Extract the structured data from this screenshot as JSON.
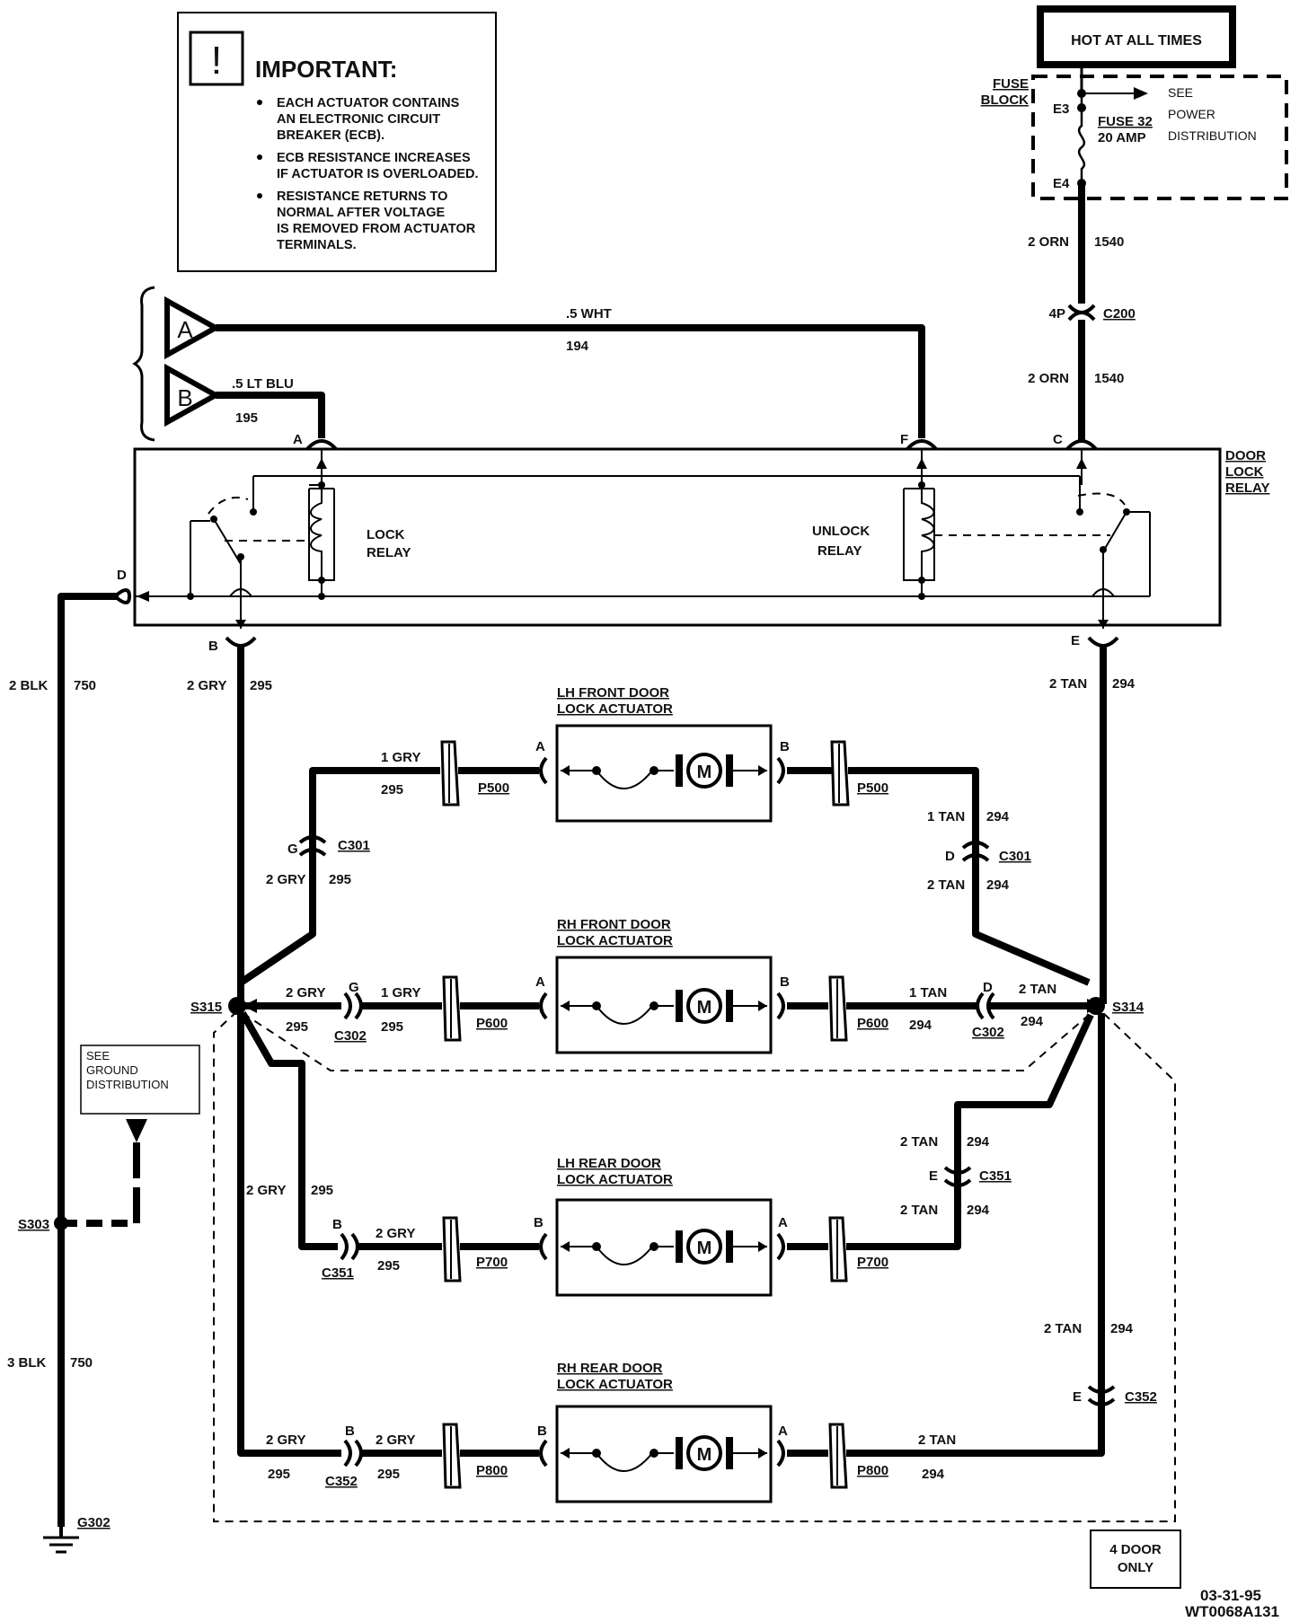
{
  "important": {
    "title": "IMPORTANT:",
    "items": [
      [
        "EACH ACTUATOR CONTAINS",
        "AN ELECTRONIC CIRCUIT",
        "BREAKER (ECB)."
      ],
      [
        "ECB RESISTANCE INCREASES",
        "IF ACTUATOR IS OVERLOADED."
      ],
      [
        "RESISTANCE RETURNS TO",
        "NORMAL AFTER VOLTAGE",
        "IS REMOVED FROM ACTUATOR",
        "TERMINALS."
      ]
    ]
  },
  "hot_label": "HOT AT ALL TIMES",
  "fuse": {
    "block_label": [
      "FUSE",
      "BLOCK"
    ],
    "e3": "E3",
    "e4": "E4",
    "name": "FUSE 32",
    "rating": "20 AMP",
    "see_text": [
      "SEE",
      "POWER",
      "DISTRIBUTION"
    ]
  },
  "connectors": {
    "c200_pin": "4P",
    "c200": "C200",
    "relay_name": [
      "DOOR",
      "LOCK",
      "RELAY"
    ],
    "lock_relay": [
      "LOCK",
      "RELAY"
    ],
    "unlock_relay": [
      "UNLOCK",
      "RELAY"
    ]
  },
  "offpage": {
    "a": "A",
    "b": "B"
  },
  "pins": {
    "A": "A",
    "B": "B",
    "C": "C",
    "D": "D",
    "E": "E",
    "F": "F",
    "G": "G"
  },
  "wires": {
    "wht": [
      ".5 WHT",
      "194"
    ],
    "ltblu": [
      ".5 LT BLU",
      "195"
    ],
    "orn1": [
      "2 ORN",
      "1540"
    ],
    "orn2": [
      "2 ORN",
      "1540"
    ],
    "blk1": [
      "2 BLK",
      "750"
    ],
    "blk2": [
      "3 BLK",
      "750"
    ],
    "gry_b": [
      "2 GRY",
      "295"
    ],
    "tan_e": [
      "2 TAN",
      "294"
    ],
    "gry1_lf": [
      "1 GRY",
      "295"
    ],
    "gry2_c301": [
      "2 GRY",
      "295"
    ],
    "tan1_lf": [
      "1 TAN",
      "294"
    ],
    "tan2_c301": [
      "2 TAN",
      "294"
    ],
    "gry2_rf": [
      "2 GRY",
      "295"
    ],
    "gry1_rf": [
      "1 GRY",
      "295"
    ],
    "tan1_rf": [
      "1 TAN",
      "294"
    ],
    "tan2_rf": [
      "2 TAN",
      "294"
    ],
    "gry2_lr_v": [
      "2 GRY",
      "295"
    ],
    "gry2_lr": [
      "2 GRY",
      "295"
    ],
    "tan2_c351a": [
      "2 TAN",
      "294"
    ],
    "tan2_c351b": [
      "2 TAN",
      "294"
    ],
    "tan2_c352": [
      "2 TAN",
      "294"
    ],
    "gry2_rr_a": [
      "2 GRY",
      "295"
    ],
    "gry2_rr_b": [
      "2 GRY",
      "295"
    ],
    "tan2_rr": [
      "2 TAN",
      "294"
    ]
  },
  "actuators": [
    {
      "title": [
        "LH FRONT DOOR",
        "LOCK ACTUATOR"
      ],
      "left_pin": "A",
      "right_pin": "B",
      "conn": "P500"
    },
    {
      "title": [
        "RH FRONT DOOR",
        "LOCK ACTUATOR"
      ],
      "left_pin": "A",
      "right_pin": "B",
      "conn": "P600"
    },
    {
      "title": [
        "LH REAR DOOR",
        "LOCK ACTUATOR"
      ],
      "left_pin": "B",
      "right_pin": "A",
      "conn": "P700"
    },
    {
      "title": [
        "RH REAR DOOR",
        "LOCK ACTUATOR"
      ],
      "left_pin": "B",
      "right_pin": "A",
      "conn": "P800"
    }
  ],
  "motor_symbol": "M",
  "splices": {
    "s315": "S315",
    "s314": "S314",
    "s303": "S303"
  },
  "inline": {
    "c301": "C301",
    "c302": "C302",
    "c351": "C351",
    "c352": "C352"
  },
  "ground": {
    "see": [
      "SEE",
      "GROUND",
      "DISTRIBUTION"
    ],
    "g302": "G302"
  },
  "four_door": [
    "4 DOOR",
    "ONLY"
  ],
  "footer": {
    "date": "03-31-95",
    "code": "WT0068A131"
  }
}
